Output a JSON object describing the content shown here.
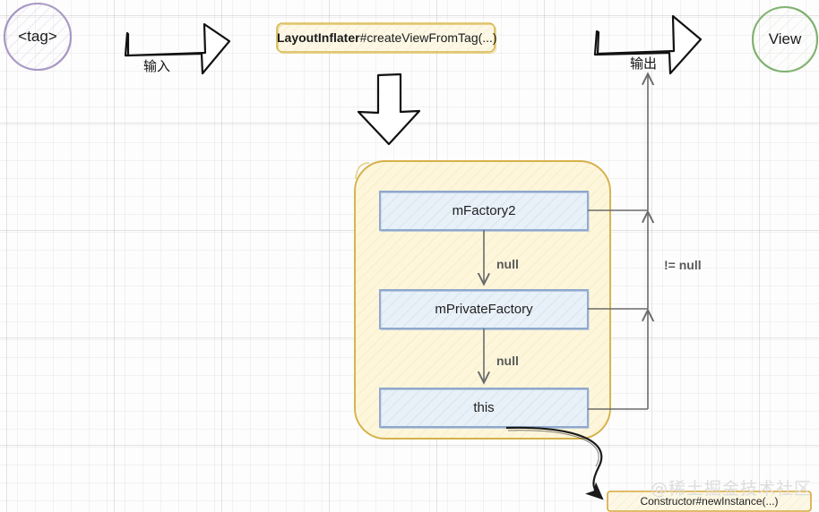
{
  "diagram": {
    "title_label": {
      "prefix": "LayoutInflater",
      "suffix": "#createViewFromTag(...)"
    },
    "nodes": {
      "tag_circle": "<tag>",
      "view_circle": "View",
      "constructor_box": "Constructor#newInstance(...)"
    },
    "factory_boxes": [
      {
        "label": "mFactory2"
      },
      {
        "label": "mPrivateFactory"
      },
      {
        "label": "this"
      }
    ],
    "edge_labels": {
      "null_1": "null",
      "null_2": "null",
      "not_null": "!= null",
      "input": "输入",
      "output": "输出"
    },
    "watermark": "@稀土掘金技术社区",
    "colors": {
      "tag_stroke": "#a191c0",
      "view_stroke": "#7aab6a",
      "container_stroke": "#d5b14a",
      "container_fill": "#fdf6dc",
      "box_stroke": "#8fa8cc",
      "box_fill": "#e3ecf6",
      "label_fill": "#fdf7e3",
      "label_stroke": "#d8b64b",
      "connector": "#6b6b6b",
      "arrow_black": "#1a1a1a"
    }
  }
}
